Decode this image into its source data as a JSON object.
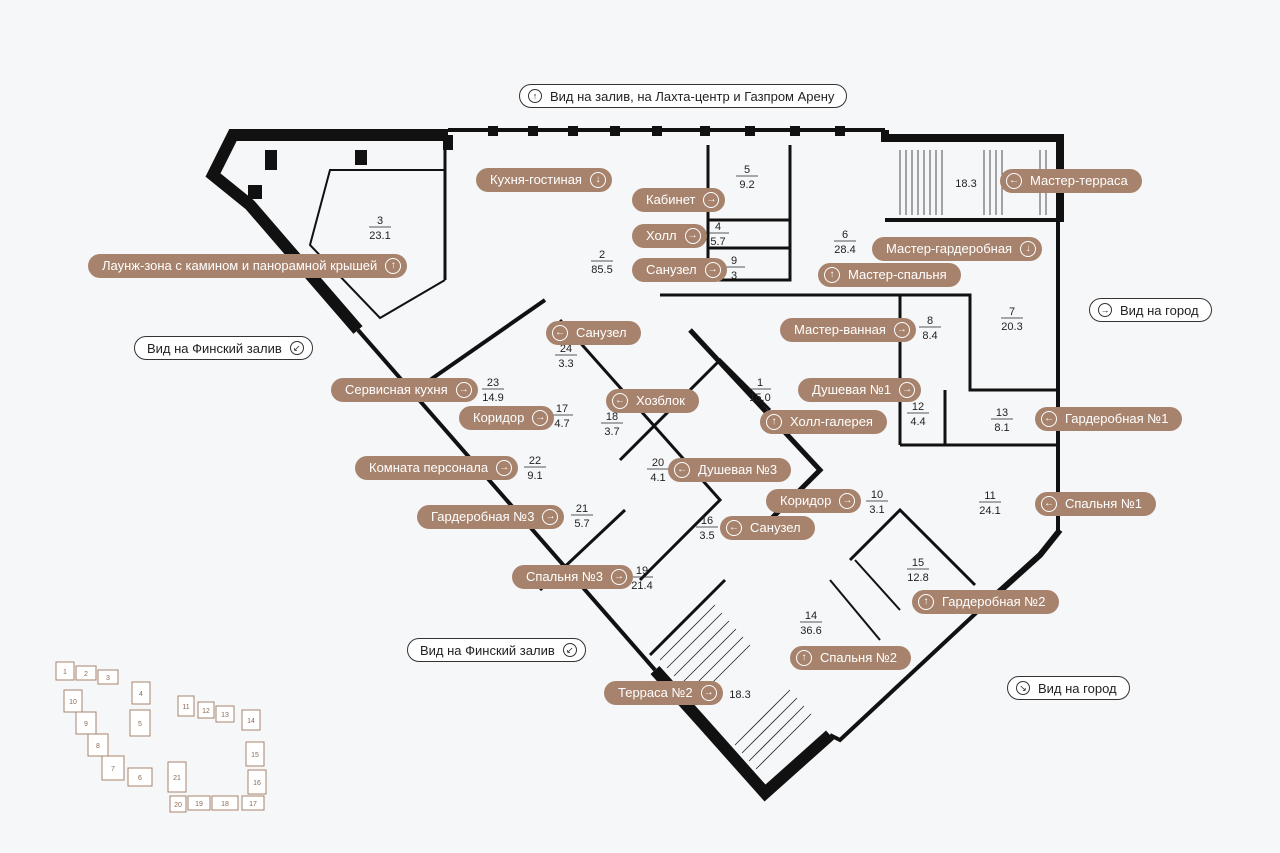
{
  "views": {
    "top": "Вид на залив, на Лахта-центр и Газпром Арену",
    "finnish_bay_1": "Вид на Финский залив",
    "finnish_bay_2": "Вид на Финский залив",
    "city_1": "Вид на город",
    "city_2": "Вид на город"
  },
  "labels": {
    "kitchen_living": "Кухня-гостиная",
    "office": "Кабинет",
    "hall": "Холл",
    "bathroom_top": "Санузел",
    "lounge": "Лаунж-зона с камином и панорамной крышей",
    "master_terrace": "Мастер-терраса",
    "master_wardrobe": "Мастер-гардеробная",
    "master_bedroom": "Мастер-спальня",
    "master_bath": "Мастер-ванная",
    "shower1": "Душевая №1",
    "gallery_hall": "Холл-галерея",
    "wardrobe1": "Гардеробная №1",
    "bedroom1": "Спальня №1",
    "bathroom_mid": "Санузел",
    "service_kitchen": "Сервисная кухня",
    "storage": "Хозблок",
    "corridor_left": "Коридор",
    "staff_room": "Комната персонала",
    "shower3": "Душевая №3",
    "corridor_right": "Коридор",
    "wardrobe3": "Гардеробная №3",
    "bathroom_low": "Санузел",
    "bedroom3": "Спальня №3",
    "wardrobe2": "Гардеробная №2",
    "bedroom2": "Спальня №2",
    "terrace2": "Терраса №2"
  },
  "rooms": [
    {
      "num": "1",
      "area": "15.0"
    },
    {
      "num": "2",
      "area": "85.5"
    },
    {
      "num": "3",
      "area": "23.1"
    },
    {
      "num": "4",
      "area": "5.7"
    },
    {
      "num": "5",
      "area": "9.2"
    },
    {
      "num": "6",
      "area": "28.4"
    },
    {
      "num": "7",
      "area": "20.3"
    },
    {
      "num": "8",
      "area": "8.4"
    },
    {
      "num": "9",
      "area": "3"
    },
    {
      "num": "10",
      "area": "3.1"
    },
    {
      "num": "11",
      "area": "24.1"
    },
    {
      "num": "12",
      "area": "4.4"
    },
    {
      "num": "13",
      "area": "8.1"
    },
    {
      "num": "14",
      "area": "36.6"
    },
    {
      "num": "15",
      "area": "12.8"
    },
    {
      "num": "16",
      "area": "3.5"
    },
    {
      "num": "17",
      "area": "4.7"
    },
    {
      "num": "18",
      "area": "3.7"
    },
    {
      "num": "19",
      "area": "21.4"
    },
    {
      "num": "20",
      "area": "4.1"
    },
    {
      "num": "21",
      "area": "5.7"
    },
    {
      "num": "22",
      "area": "9.1"
    },
    {
      "num": "23",
      "area": "14.9"
    },
    {
      "num": "24",
      "area": "3.3"
    }
  ],
  "terraces": {
    "master_terrace_area": "18.3",
    "terrace2_area": "18.3"
  },
  "minimap": {
    "cells": [
      "1",
      "2",
      "3",
      "4",
      "5",
      "6",
      "7",
      "8",
      "9",
      "10",
      "11",
      "12",
      "13",
      "14",
      "15",
      "16",
      "17",
      "18",
      "19",
      "20",
      "21"
    ],
    "selected": "1"
  },
  "colors": {
    "accent": "#a7836d",
    "wall": "#111111",
    "background": "#f6f7f9"
  }
}
